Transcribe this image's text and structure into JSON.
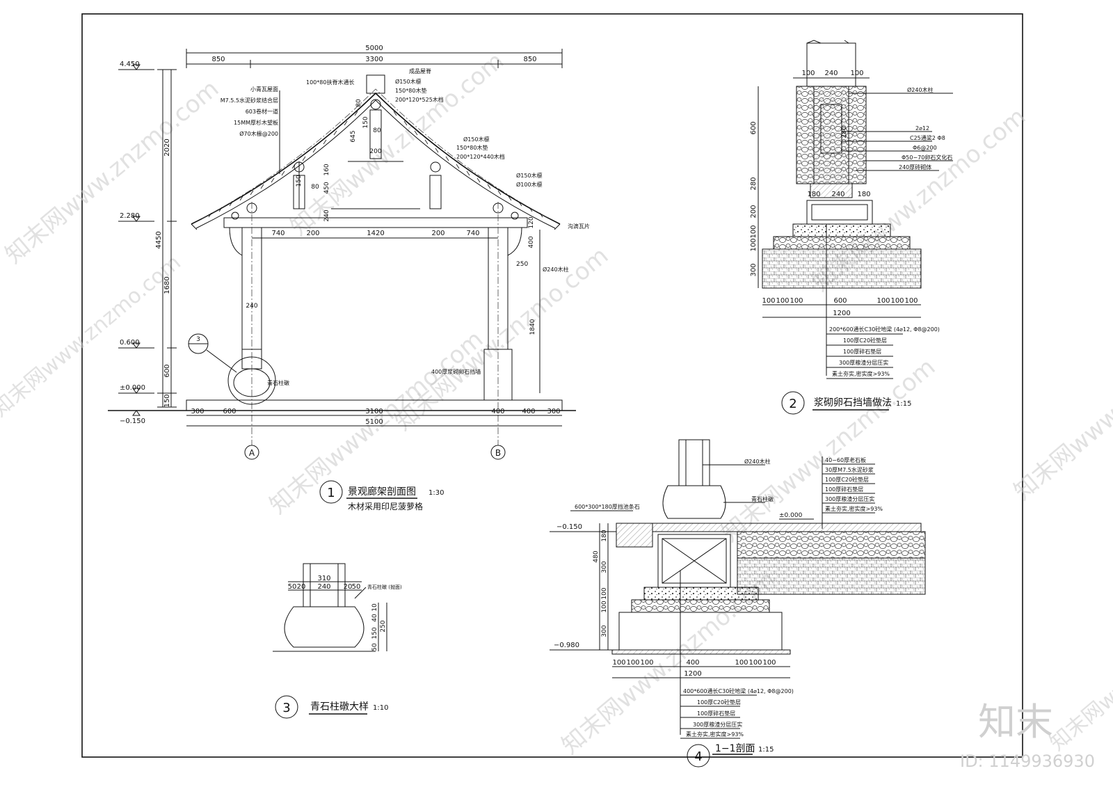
{
  "main": {
    "title": "景观廊架剖面图",
    "scale": "1:30",
    "note": "木材采用印尼菠萝格",
    "num": "1",
    "dims_top": [
      "5000",
      "850",
      "3300",
      "850"
    ],
    "dims_bottom": [
      "300",
      "600",
      "3100",
      "400",
      "400",
      "300",
      "5100"
    ],
    "dims_left": [
      "2020",
      "4450",
      "1680",
      "600",
      "150"
    ],
    "levels": [
      "4.450",
      "2.280",
      "0.600",
      "±0.000",
      "−0.150"
    ],
    "dims_beam": [
      "740",
      "200",
      "1420",
      "200",
      "740"
    ],
    "dims_inner": [
      "80",
      "150",
      "80",
      "645",
      "200",
      "160",
      "450",
      "240",
      "150",
      "80",
      "120",
      "400",
      "250",
      "1840",
      "240"
    ],
    "labels_left": [
      "小青瓦屋面",
      "M7.5.5水泥砂浆结合层",
      "603卷材一道",
      "15MM厚杉木望板",
      "Ø70木椽@200"
    ],
    "labels_top": [
      "100*80扶脊木通长",
      "成品屋脊",
      "Ø150木檩",
      "150*80木垫",
      "200*120*525木档"
    ],
    "labels_right": [
      "Ø150木檩",
      "150*80木垫",
      "200*120*440木档",
      "Ø150木檩",
      "Ø100木檩",
      "沟滴瓦片",
      "Ø240木柱"
    ],
    "label_base": "青石柱礅",
    "label_wall": "400厚浆砌卵石挡墙",
    "axis": [
      "A",
      "B"
    ],
    "callout": "3"
  },
  "d2": {
    "title": "浆砌卵石挡墙做法",
    "scale": "1:15",
    "num": "2",
    "dims_top": [
      "100",
      "240",
      "100"
    ],
    "dims_left": [
      "600",
      "280",
      "200",
      "100",
      "100",
      "300"
    ],
    "dims_mid": [
      "280",
      "180",
      "240",
      "180"
    ],
    "dims_bottom": [
      "100",
      "100",
      "100",
      "600",
      "100",
      "100",
      "100",
      "1200"
    ],
    "labels": [
      "Ø240木柱",
      "2⌀12",
      "C25通梁2 Φ8",
      "Φ6@200",
      "Φ50−70卵石文化石",
      "240厚砖砌体"
    ],
    "layers": [
      "200*600通长C30砼地梁 (4⌀12, Φ8@200)",
      "100厚C20砼垫层",
      "100厚碎石垫层",
      "300厚粮渣分层压实",
      "素土夯实,密实度>93%"
    ]
  },
  "d3": {
    "title": "青石柱礅大样",
    "scale": "1:10",
    "num": "3",
    "dims_top": [
      "310",
      "50",
      "20",
      "240",
      "20",
      "50"
    ],
    "dims_right": [
      "10",
      "40",
      "150",
      "250",
      "50"
    ],
    "label": "青石柱礅 (抛面)"
  },
  "d4": {
    "title": "1−1剖面",
    "scale": "1:15",
    "num": "4",
    "labels": [
      "Ø240木柱",
      "青石柱礅",
      "600*300*180厚挡池条石",
      "±0.000"
    ],
    "levels": [
      "−0.150",
      "−0.980"
    ],
    "dims_left": [
      "180",
      "480",
      "300",
      "100",
      "100",
      "300"
    ],
    "dims_bottom": [
      "100",
      "100",
      "100",
      "400",
      "100",
      "100",
      "100",
      "1200"
    ],
    "top_layers": [
      "40−60厚老石板",
      "30厚M7.5水泥砂浆",
      "100厚C20砼垫层",
      "100厚碎石垫层",
      "300厚粮渣分层压实",
      "素土夯实,密实度>93%"
    ],
    "layers": [
      "400*600通长C30砼地梁 (4⌀12, Φ8@200)",
      "100厚C20砼垫层",
      "100厚碎石垫层",
      "300厚粮渣分层压实",
      "素土夯实,密实度>93%"
    ]
  },
  "watermark": {
    "text": "知末网www.znzmo.com",
    "brand": "知末",
    "id": "ID: 1149936930"
  }
}
